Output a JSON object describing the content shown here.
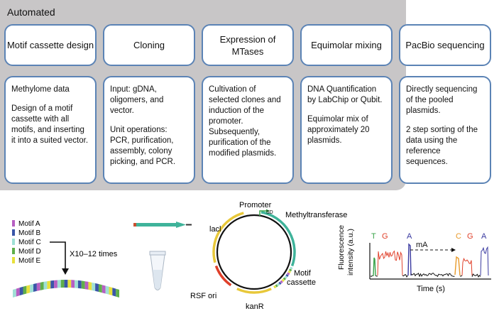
{
  "automated_label": "Automated",
  "steps": [
    {
      "title": "Motif cassette design",
      "paragraphs": [
        "Methylome data",
        "Design of a motif cassette with all motifs, and inserting it into a suited vector."
      ]
    },
    {
      "title": "Cloning",
      "paragraphs": [
        "Input: gDNA, oligomers, and vector.",
        "Unit operations: PCR, purification, assembly, colony picking, and PCR."
      ]
    },
    {
      "title": "Expression of MTases",
      "paragraphs": [
        "Cultivation of selected clones and induction of the promoter. Subsequently, purification of the modified plasmids."
      ]
    },
    {
      "title": "Equimolar mixing",
      "paragraphs": [
        "DNA Quantification by LabChip or Qubit.",
        "Equimolar mix of approximately 20 plasmids."
      ]
    },
    {
      "title": "PacBio sequencing",
      "paragraphs": [
        "Directly sequencing of the pooled plasmids.",
        "2 step sorting of the data using the reference sequences."
      ]
    }
  ],
  "motif_legend": [
    {
      "label": "Motif A",
      "color": "#b65fc2"
    },
    {
      "label": "Motif B",
      "color": "#3a56a8"
    },
    {
      "label": "Motif C",
      "color": "#9fe0d5"
    },
    {
      "label": "Motif D",
      "color": "#5fae4b"
    },
    {
      "label": "Motif E",
      "color": "#e8e03c"
    }
  ],
  "repeat_label": "X10–12 times",
  "plasmid": {
    "promoter": "Promoter",
    "sd": "SD",
    "methyltransferase": "Methyltransferase",
    "lacl": "lacl",
    "motif_cassette_line1": "Motif",
    "motif_cassette_line2": "cassette",
    "rsf_ori": "RSF ori",
    "kanr": "kanR"
  },
  "trace": {
    "ylabel_line1": "Fluorescence",
    "ylabel_line2": "intensity (a.u.)",
    "xlabel": "Time (s)",
    "bases": [
      {
        "letter": "T",
        "color": "#3aa34a"
      },
      {
        "letter": "G",
        "color": "#e0402a"
      },
      {
        "letter": "A",
        "color": "#3a3aa0"
      },
      {
        "letter": "mA",
        "color": "#111111"
      },
      {
        "letter": "C",
        "color": "#e89a2a"
      },
      {
        "letter": "G",
        "color": "#e0402a"
      },
      {
        "letter": "A",
        "color": "#3a3aa0"
      }
    ]
  }
}
